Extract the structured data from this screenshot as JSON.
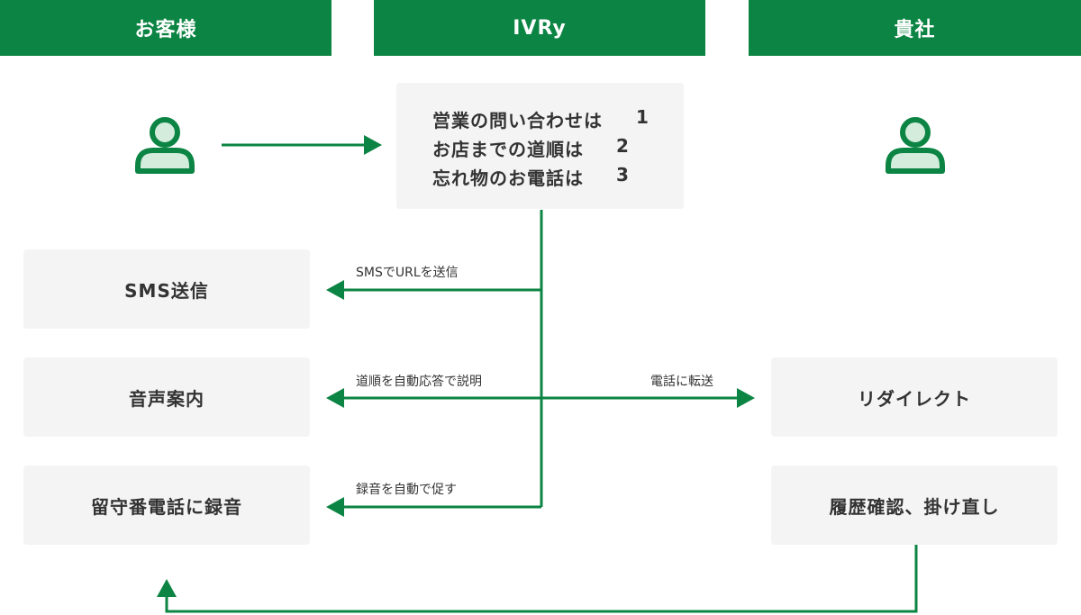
{
  "columns": {
    "customer": "お客様",
    "ivry": "IVRy",
    "company": "貴社"
  },
  "ivr_menu": [
    {
      "text": "営業の問い合わせは",
      "key": "1"
    },
    {
      "text": "お店までの道順は",
      "key": "2"
    },
    {
      "text": "忘れ物のお電話は",
      "key": "3"
    }
  ],
  "actions": {
    "sms": "SMS送信",
    "voice": "音声案内",
    "voicemail": "留守番電話に録音",
    "redirect": "リダイレクト",
    "history": "履歴確認、掛け直し"
  },
  "edge_labels": {
    "sms": "SMSでURLを送信",
    "voice": "道順を自動応答で説明",
    "transfer": "電話に転送",
    "voicemail": "録音を自動で促す"
  },
  "colors": {
    "accent": "#0c8443",
    "box_bg": "#f4f4f4",
    "person_fill": "#d3ecdc"
  },
  "icons": {
    "customer": "person-icon",
    "company": "person-icon"
  }
}
